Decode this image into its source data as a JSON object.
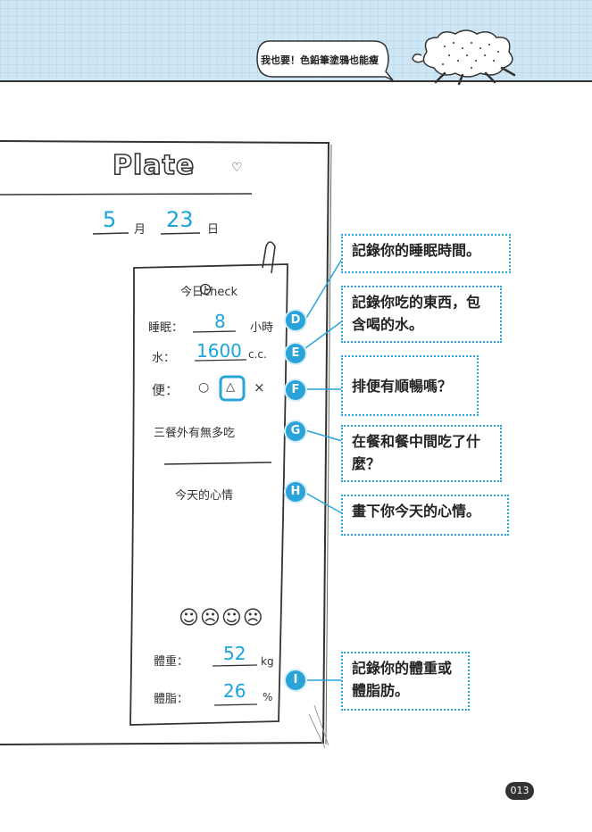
{
  "header": {
    "bubble_text": "我也要！色鉛筆塗鴉也能瘦"
  },
  "notebook": {
    "title": "Plate",
    "date": {
      "month": "5",
      "month_unit": "月",
      "day": "23",
      "day_unit": "日"
    },
    "card": {
      "heading": "今日check",
      "sleep": {
        "label": "睡眠：",
        "value": "8",
        "unit": "小時"
      },
      "water": {
        "label": "水：",
        "value": "1600",
        "unit": "c.c."
      },
      "stool": {
        "label": "便：",
        "opt_o": "○",
        "opt_triangle": "△",
        "opt_x": "×"
      },
      "snack": {
        "label": "三餐外有無多吃"
      },
      "mood": {
        "label": "今天的心情",
        "faces": "☺☹☺☹"
      },
      "weight": {
        "label": "體重：",
        "value": "52",
        "unit": "kg"
      },
      "fat": {
        "label": "體脂：",
        "value": "26",
        "unit": "%"
      }
    }
  },
  "callouts": [
    {
      "badge": "D",
      "text": "記錄你的睡眠時間。"
    },
    {
      "badge": "E",
      "text": "記錄你吃的東西，包含喝的水。"
    },
    {
      "badge": "F",
      "text": "排便有順暢嗎？"
    },
    {
      "badge": "G",
      "text": "在餐和餐中間吃了什麼？"
    },
    {
      "badge": "H",
      "text": "畫下你今天的心情。"
    },
    {
      "badge": "I",
      "text": "記錄你的體重或體脂肪。"
    }
  ],
  "page_number": "013",
  "colors": {
    "accent": "#29a3d8",
    "header_bg": "#cfe6f4",
    "handwriting_blue": "#1aa5dd"
  }
}
